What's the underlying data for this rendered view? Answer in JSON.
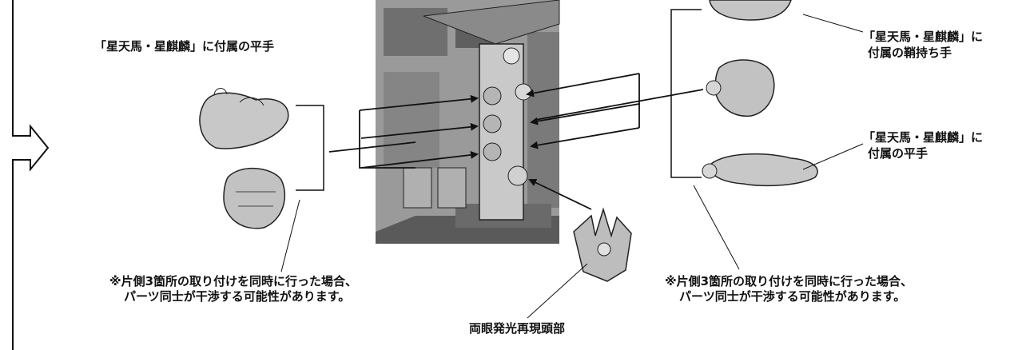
{
  "labels": {
    "left_top": "「星天馬・星麒麟」に付属の平手",
    "right_top_line1": "「星天馬・星麒麟」に",
    "right_top_line2": "付属の鞘持ち手",
    "right_mid_line1": "「星天馬・星麒麟」に",
    "right_mid_line2": "付属の平手",
    "note_left_line1": "※片側3箇所の取り付けを同時に行った場合、",
    "note_left_line2": "パーツ同士が干渉する可能性があります。",
    "note_right_line1": "※片側3箇所の取り付けを同時に行った場合、",
    "note_right_line2": "パーツ同士が干渉する可能性があります。",
    "head_part": "両眼発光再現頭部"
  }
}
